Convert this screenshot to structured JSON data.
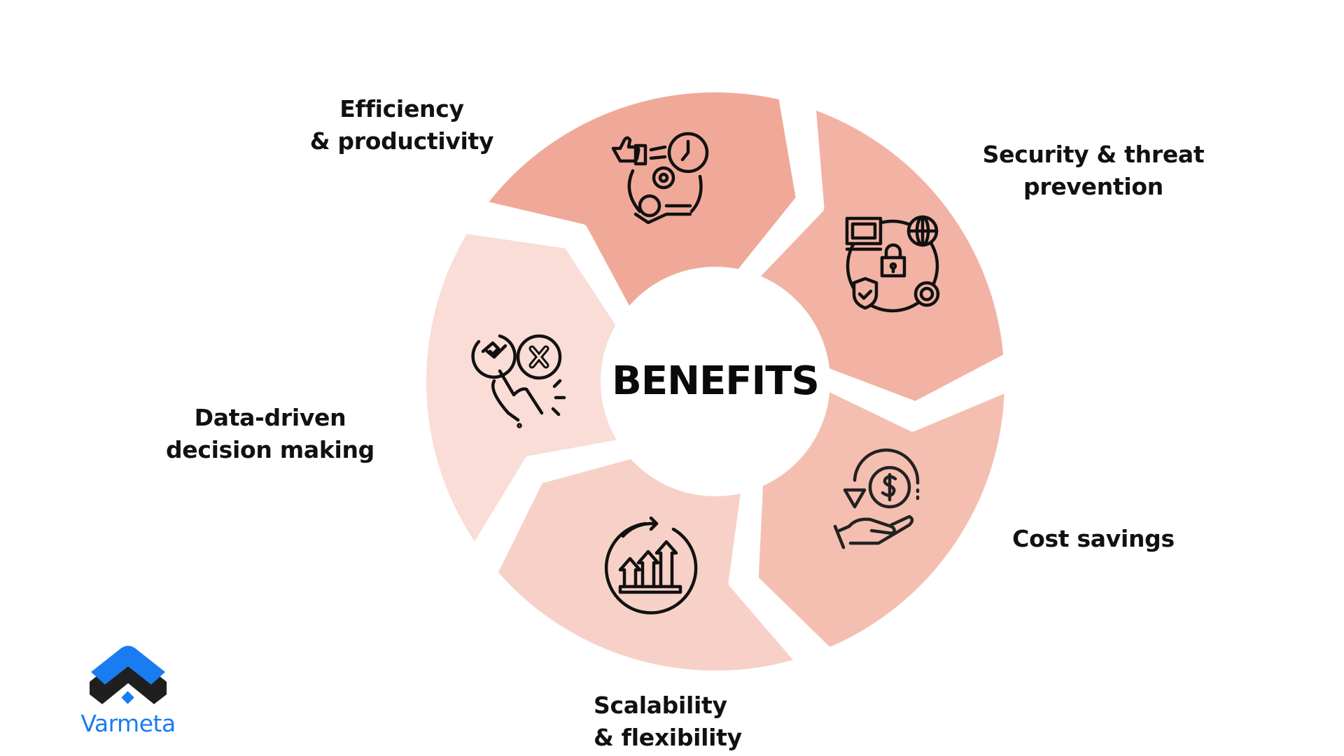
{
  "diagram": {
    "center_title": "BENEFITS",
    "colors": {
      "segment_efficiency": "#F0A999",
      "segment_security": "#F2B3A4",
      "segment_cost": "#F4BFB1",
      "segment_scalability": "#F7D1C7",
      "segment_decision": "#F9DDD6",
      "text": "#111111",
      "background": "#FFFFFF"
    },
    "segments": [
      {
        "id": "efficiency",
        "label_lines": [
          "Efficiency",
          "& productivity"
        ],
        "icon": "productivity-icon"
      },
      {
        "id": "security",
        "label_lines": [
          "Security & threat",
          "prevention"
        ],
        "icon": "security-network-icon"
      },
      {
        "id": "cost",
        "label_lines": [
          "Cost savings"
        ],
        "icon": "cost-savings-icon"
      },
      {
        "id": "scalability",
        "label_lines": [
          "Scalability",
          "& flexibility"
        ],
        "icon": "growth-icon"
      },
      {
        "id": "decision",
        "label_lines": [
          "Data-driven",
          "decision making"
        ],
        "icon": "decision-icon"
      }
    ]
  },
  "logo": {
    "name": "Varmeta",
    "color": "#1A7CF2"
  }
}
